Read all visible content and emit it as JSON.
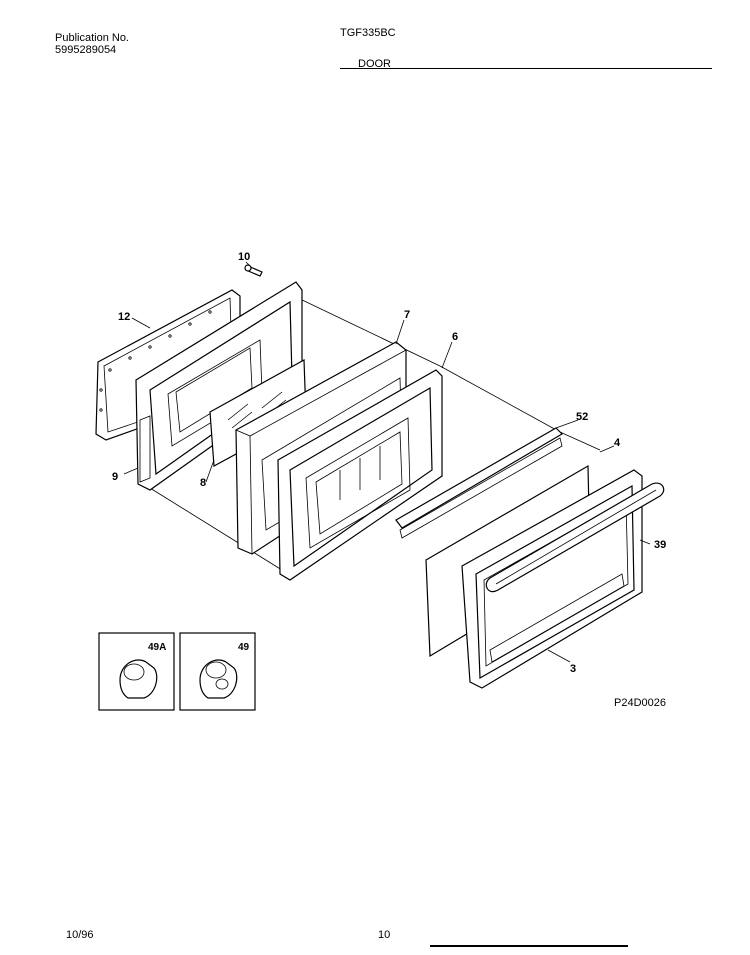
{
  "header": {
    "publication_label": "Publication No.",
    "publication_number": "5995289054",
    "model": "TGF335BC",
    "section_title": "DOOR"
  },
  "diagram": {
    "figure_id": "P24D0026",
    "callouts": [
      "10",
      "12",
      "7",
      "6",
      "52",
      "4",
      "39",
      "9",
      "8",
      "3"
    ],
    "insets": [
      "49A",
      "49"
    ]
  },
  "footer": {
    "date": "10/96",
    "page": "10"
  }
}
